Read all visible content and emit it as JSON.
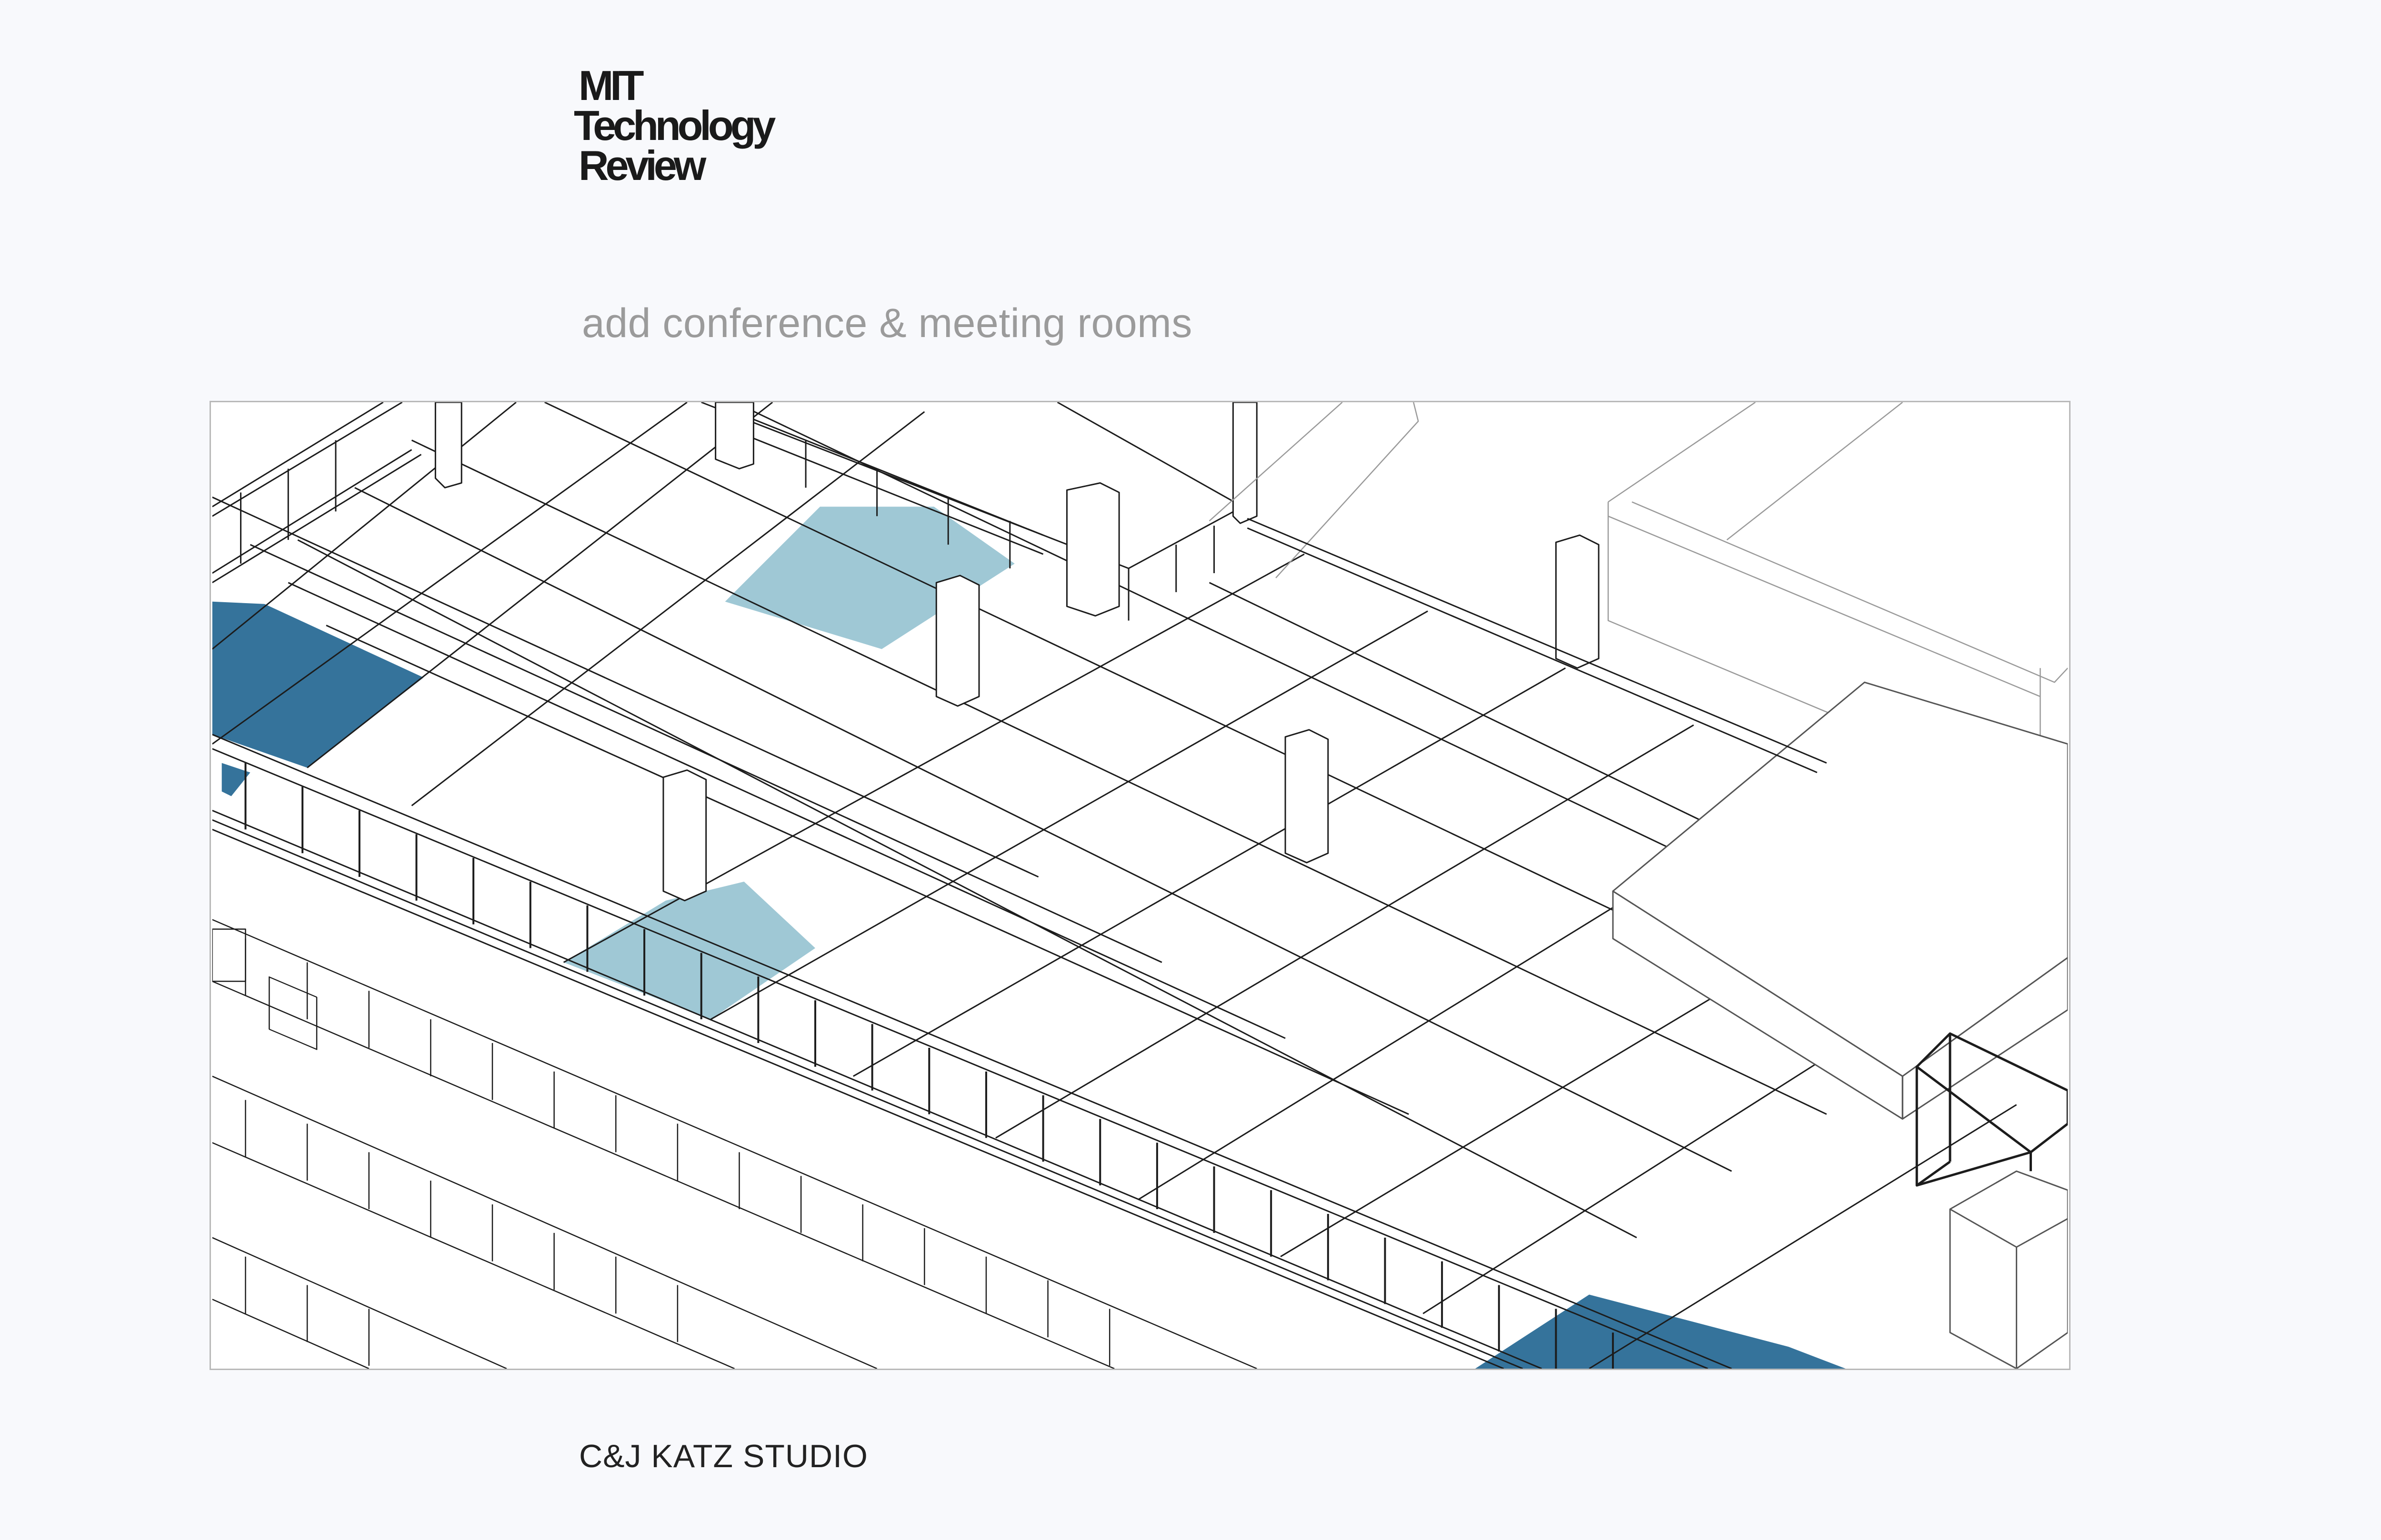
{
  "logo": {
    "line1": "MIT",
    "line2": "Technology",
    "line3": "Review"
  },
  "subtitle": "add conference & meeting rooms",
  "credit": "C&J KATZ STUDIO",
  "colors": {
    "background": "#f8f9fc",
    "highlight_dark": "#35739b",
    "highlight_light": "#9fc8d5",
    "line": "#1c1c1c",
    "line_light": "#9a9a9a"
  }
}
